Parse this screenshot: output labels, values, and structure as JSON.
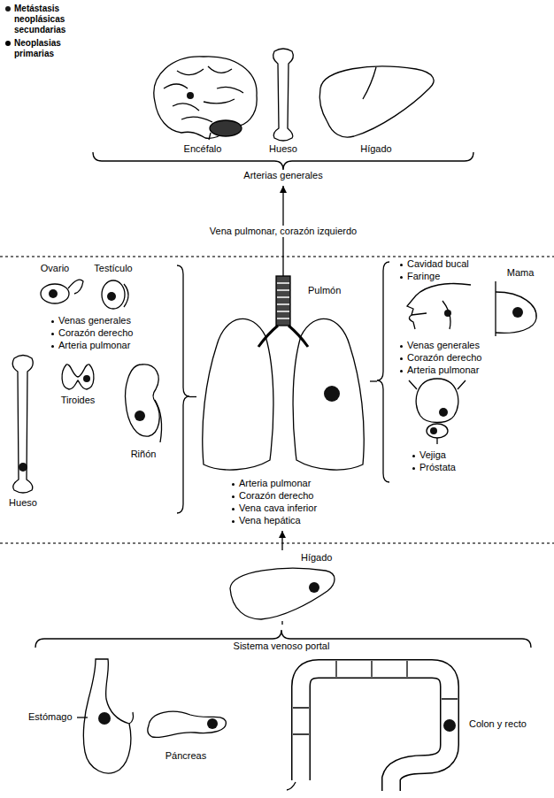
{
  "diagram": {
    "nodes": [
      {
        "text": [
          "Arterias generales"
        ]
      },
      {
        "text": [
          "Encéfalo"
        ],
        "in": 0
      },
      {
        "text": [
          "Hueso"
        ],
        "in": 0
      },
      {
        "text": [
          "Hígado"
        ],
        "in": 0
      },
      {
        "text": [
          "Venas generales",
          "Corazón derecho",
          "Arteria pulmonar"
        ]
      },
      {
        "text": [
          "Ovario"
        ],
        "in": 4
      },
      {
        "text": [
          "Testículo"
        ],
        "in": 4
      },
      {
        "text": [
          "Hueso"
        ],
        "in": 4
      },
      {
        "text": [
          "Tiroides"
        ],
        "in": 4
      },
      {
        "text": [
          "Riñón"
        ],
        "in": 4
      },
      {
        "text": [
          "Pulmón"
        ]
      },
      {
        "text": [
          "Venas generales",
          "Corazón derecho",
          "Arteria pulmonar"
        ]
      },
      {
        "text": [
          "Cavidad bucal",
          "Faringe"
        ],
        "in": 11
      },
      {
        "text": [
          "Mama"
        ],
        "in": 11
      },
      {
        "text": [
          "Vejiga",
          "Próstata"
        ],
        "in": 11
      },
      {
        "text": [
          "Hígado"
        ]
      },
      {
        "text": [
          "Sistema venoso portal"
        ]
      },
      {
        "text": [
          "Estómago"
        ],
        "in": 16
      },
      {
        "text": [
          "Páncreas"
        ],
        "in": 16
      },
      {
        "text": [
          "Colon y recto"
        ],
        "in": 16
      }
    ],
    "edges": [
      {
        "from": 10,
        "to": 0,
        "arrow": "to",
        "label": "Vena pulmonar, corazón izquierdo"
      },
      {
        "from": 4,
        "to": 10,
        "arrow": "none"
      },
      {
        "from": 11,
        "to": 10,
        "arrow": "none"
      },
      {
        "from": 15,
        "to": 10,
        "arrow": "to"
      },
      {
        "from": 16,
        "to": 15,
        "arrow": "none"
      }
    ],
    "labels": [
      "Arteria pulmonar",
      "Corazón derecho",
      "Vena cava inferior",
      "Vena hepática"
    ],
    "legend": [
      {
        "text": "Metástasis neoplásicas secundarias",
        "color": "#1a1a1a"
      },
      {
        "text": "Neoplasias primarias",
        "color": "#000000"
      }
    ]
  }
}
